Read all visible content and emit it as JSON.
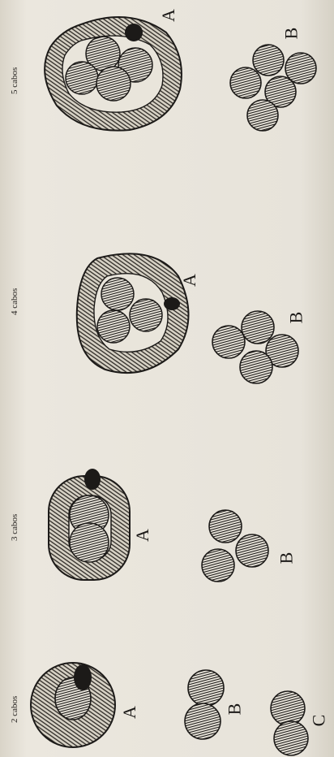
{
  "groups": [
    {
      "label": "2 cabos",
      "letters": [
        "A",
        "B",
        "C"
      ]
    },
    {
      "label": "3 cabos",
      "letters": [
        "A",
        "B"
      ]
    },
    {
      "label": "4 cabos",
      "letters": [
        "A",
        "B"
      ]
    },
    {
      "label": "5 cabos",
      "letters": [
        "A",
        "B"
      ]
    }
  ],
  "colors": {
    "paper": "#e4e0d6",
    "ink": "#1c1a18"
  }
}
